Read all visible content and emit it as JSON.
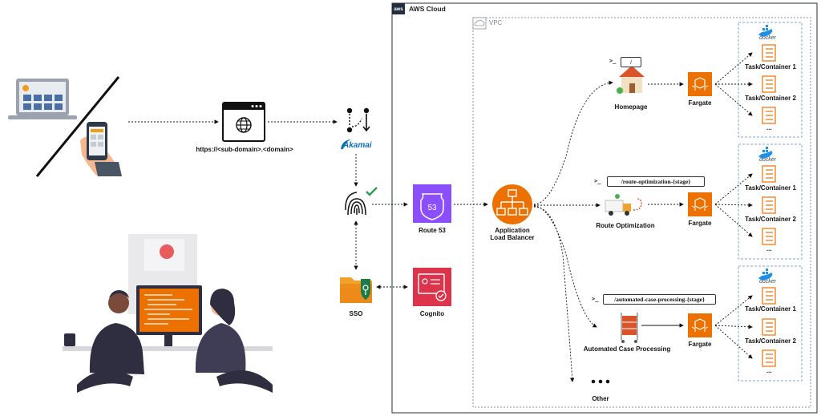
{
  "cloud": {
    "title": "AWS Cloud",
    "badge": "aws"
  },
  "vpc": {
    "title": "VPC"
  },
  "frontend": {
    "url": "https://<sub-domain>.<domain>",
    "cdn": "Akamai"
  },
  "services": {
    "route53": {
      "label": "Route 53",
      "badge": "53"
    },
    "cognito": {
      "label": "Cognito"
    },
    "sso": {
      "label": "SSO"
    },
    "alb": {
      "label_line1": "Application",
      "label_line2": "Load Balancer"
    }
  },
  "routes": [
    {
      "label": "Homepage",
      "path": "/"
    },
    {
      "label": "Route Optimization",
      "path": "/route-optimization-{stage}"
    },
    {
      "label": "Automated Case Processing",
      "path": "/automated-case-processing-{stage}"
    },
    {
      "label": "Other"
    }
  ],
  "compute": {
    "label": "Fargate",
    "docker": "docker",
    "task1": "Task/Container 1",
    "task2": "Task/Container 2",
    "more": "...",
    "prompt": ">_"
  },
  "colors": {
    "fargate": "#ed7100",
    "route53": "#8c4fff",
    "cognito": "#dd344c",
    "alb": "#ed7100",
    "task_border": "#ed7100",
    "cloud_border": "#232f3e",
    "vpc_border": "#879196",
    "container_border": "#7aa7d8",
    "akamai": "#0a6fb8",
    "check": "#2e9e4f"
  }
}
